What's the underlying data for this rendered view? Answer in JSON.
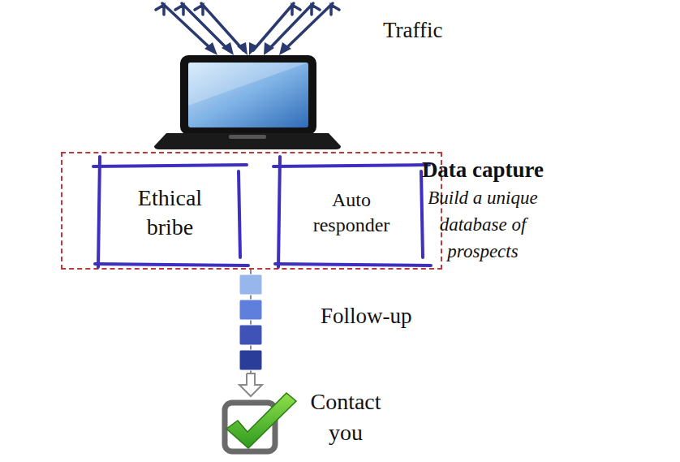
{
  "diagram": {
    "nodes": [
      {
        "text": [
          "Data capture",
          "Build a unique database of prospects"
        ]
      },
      {
        "text": [
          "Ethical bribe"
        ],
        "in": 0
      },
      {
        "text": [
          "Auto responder"
        ],
        "in": 0
      },
      {
        "text": [
          "Contact you"
        ]
      }
    ],
    "edges": [
      {
        "from": 0,
        "to": 3,
        "arrow": "to",
        "label": "Follow-up"
      }
    ],
    "labels": [
      "Traffic"
    ]
  }
}
